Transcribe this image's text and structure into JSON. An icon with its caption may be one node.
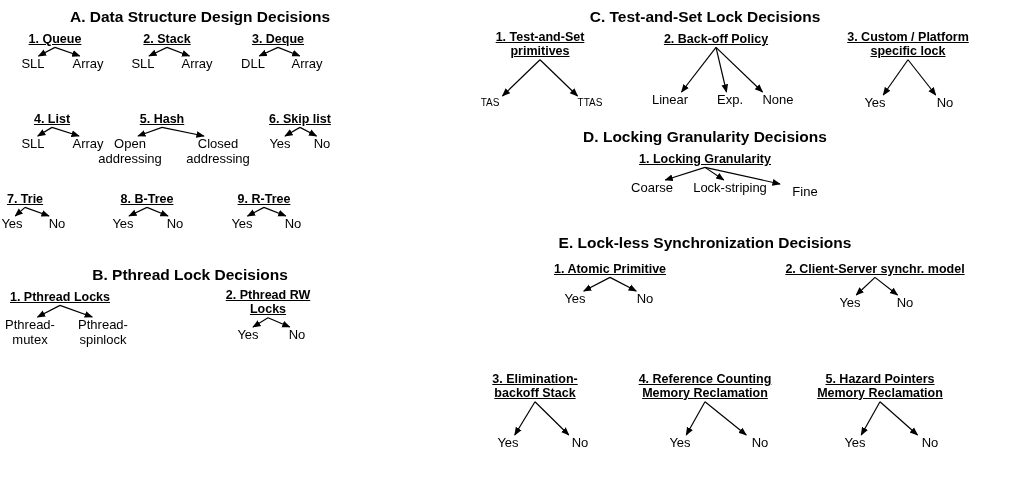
{
  "diagram": {
    "nodes": [
      {
        "text": [
          "A. Data Structure Design Decisions"
        ]
      },
      {
        "text": [
          "1. Queue"
        ],
        "in": 0
      },
      {
        "text": [
          "SLL"
        ],
        "in": 0
      },
      {
        "text": [
          "Array"
        ],
        "in": 0
      },
      {
        "text": [
          "2. Stack"
        ],
        "in": 0
      },
      {
        "text": [
          "SLL"
        ],
        "in": 0
      },
      {
        "text": [
          "Array"
        ],
        "in": 0
      },
      {
        "text": [
          "3. Deque"
        ],
        "in": 0
      },
      {
        "text": [
          "DLL"
        ],
        "in": 0
      },
      {
        "text": [
          "Array"
        ],
        "in": 0
      },
      {
        "text": [
          "4. List"
        ],
        "in": 0
      },
      {
        "text": [
          "SLL"
        ],
        "in": 0
      },
      {
        "text": [
          "Array"
        ],
        "in": 0
      },
      {
        "text": [
          "5. Hash"
        ],
        "in": 0
      },
      {
        "text": [
          "Open addressing"
        ],
        "in": 0
      },
      {
        "text": [
          "Closed addressing"
        ],
        "in": 0
      },
      {
        "text": [
          "6. Skip list"
        ],
        "in": 0
      },
      {
        "text": [
          "Yes"
        ],
        "in": 0
      },
      {
        "text": [
          "No"
        ],
        "in": 0
      },
      {
        "text": [
          "7. Trie"
        ],
        "in": 0
      },
      {
        "text": [
          "Yes"
        ],
        "in": 0
      },
      {
        "text": [
          "No"
        ],
        "in": 0
      },
      {
        "text": [
          "8. B-Tree"
        ],
        "in": 0
      },
      {
        "text": [
          "Yes"
        ],
        "in": 0
      },
      {
        "text": [
          "No"
        ],
        "in": 0
      },
      {
        "text": [
          "9. R-Tree"
        ],
        "in": 0
      },
      {
        "text": [
          "Yes"
        ],
        "in": 0
      },
      {
        "text": [
          "No"
        ],
        "in": 0
      },
      {
        "text": [
          "B. Pthread Lock Decisions"
        ]
      },
      {
        "text": [
          "1. Pthread Locks"
        ],
        "in": 28
      },
      {
        "text": [
          "Pthread-mutex"
        ],
        "in": 28
      },
      {
        "text": [
          "Pthread-spinlock"
        ],
        "in": 28
      },
      {
        "text": [
          "2. Pthread RW Locks"
        ],
        "in": 28
      },
      {
        "text": [
          "Yes"
        ],
        "in": 28
      },
      {
        "text": [
          "No"
        ],
        "in": 28
      },
      {
        "text": [
          "C. Test-and-Set Lock Decisions"
        ]
      },
      {
        "text": [
          "1. Test-and-Set primitives"
        ],
        "in": 35
      },
      {
        "text": [
          "TAS"
        ],
        "in": 35
      },
      {
        "text": [
          "TTAS"
        ],
        "in": 35
      },
      {
        "text": [
          "2. Back-off Policy"
        ],
        "in": 35
      },
      {
        "text": [
          "Linear"
        ],
        "in": 35
      },
      {
        "text": [
          "Exp."
        ],
        "in": 35
      },
      {
        "text": [
          "None"
        ],
        "in": 35
      },
      {
        "text": [
          "3. Custom / Platform specific lock"
        ],
        "in": 35
      },
      {
        "text": [
          "Yes"
        ],
        "in": 35
      },
      {
        "text": [
          "No"
        ],
        "in": 35
      },
      {
        "text": [
          "D. Locking Granularity Decisions"
        ]
      },
      {
        "text": [
          "1. Locking Granularity"
        ],
        "in": 46
      },
      {
        "text": [
          "Coarse"
        ],
        "in": 46
      },
      {
        "text": [
          "Lock-striping"
        ],
        "in": 46
      },
      {
        "text": [
          "Fine"
        ],
        "in": 46
      },
      {
        "text": [
          "E. Lock-less Synchronization Decisions"
        ]
      },
      {
        "text": [
          "1. Atomic Primitive"
        ],
        "in": 51
      },
      {
        "text": [
          "Yes"
        ],
        "in": 51
      },
      {
        "text": [
          "No"
        ],
        "in": 51
      },
      {
        "text": [
          "2. Client-Server synchr. model"
        ],
        "in": 51
      },
      {
        "text": [
          "Yes"
        ],
        "in": 51
      },
      {
        "text": [
          "No"
        ],
        "in": 51
      },
      {
        "text": [
          "3. Elimination-backoff Stack"
        ],
        "in": 51
      },
      {
        "text": [
          "Yes"
        ],
        "in": 51
      },
      {
        "text": [
          "No"
        ],
        "in": 51
      },
      {
        "text": [
          "4. Reference Counting Memory Reclamation"
        ],
        "in": 51
      },
      {
        "text": [
          "Yes"
        ],
        "in": 51
      },
      {
        "text": [
          "No"
        ],
        "in": 51
      },
      {
        "text": [
          "5. Hazard Pointers Memory Reclamation"
        ],
        "in": 51
      },
      {
        "text": [
          "Yes"
        ],
        "in": 51
      },
      {
        "text": [
          "No"
        ],
        "in": 51
      }
    ],
    "edges": [
      {
        "from": 1,
        "to": 2,
        "arrow": "to"
      },
      {
        "from": 1,
        "to": 3,
        "arrow": "to"
      },
      {
        "from": 4,
        "to": 5,
        "arrow": "to"
      },
      {
        "from": 4,
        "to": 6,
        "arrow": "to"
      },
      {
        "from": 7,
        "to": 8,
        "arrow": "to"
      },
      {
        "from": 7,
        "to": 9,
        "arrow": "to"
      },
      {
        "from": 10,
        "to": 11,
        "arrow": "to"
      },
      {
        "from": 10,
        "to": 12,
        "arrow": "to"
      },
      {
        "from": 13,
        "to": 14,
        "arrow": "to"
      },
      {
        "from": 13,
        "to": 15,
        "arrow": "to"
      },
      {
        "from": 16,
        "to": 17,
        "arrow": "to"
      },
      {
        "from": 16,
        "to": 18,
        "arrow": "to"
      },
      {
        "from": 19,
        "to": 20,
        "arrow": "to"
      },
      {
        "from": 19,
        "to": 21,
        "arrow": "to"
      },
      {
        "from": 22,
        "to": 23,
        "arrow": "to"
      },
      {
        "from": 22,
        "to": 24,
        "arrow": "to"
      },
      {
        "from": 25,
        "to": 26,
        "arrow": "to"
      },
      {
        "from": 25,
        "to": 27,
        "arrow": "to"
      },
      {
        "from": 29,
        "to": 30,
        "arrow": "to"
      },
      {
        "from": 29,
        "to": 31,
        "arrow": "to"
      },
      {
        "from": 32,
        "to": 33,
        "arrow": "to"
      },
      {
        "from": 32,
        "to": 34,
        "arrow": "to"
      },
      {
        "from": 36,
        "to": 37,
        "arrow": "to"
      },
      {
        "from": 36,
        "to": 38,
        "arrow": "to"
      },
      {
        "from": 39,
        "to": 40,
        "arrow": "to"
      },
      {
        "from": 39,
        "to": 41,
        "arrow": "to"
      },
      {
        "from": 39,
        "to": 42,
        "arrow": "to"
      },
      {
        "from": 43,
        "to": 44,
        "arrow": "to"
      },
      {
        "from": 43,
        "to": 45,
        "arrow": "to"
      },
      {
        "from": 47,
        "to": 48,
        "arrow": "to"
      },
      {
        "from": 47,
        "to": 49,
        "arrow": "to"
      },
      {
        "from": 47,
        "to": 50,
        "arrow": "to"
      },
      {
        "from": 52,
        "to": 53,
        "arrow": "to"
      },
      {
        "from": 52,
        "to": 54,
        "arrow": "to"
      },
      {
        "from": 55,
        "to": 56,
        "arrow": "to"
      },
      {
        "from": 55,
        "to": 57,
        "arrow": "to"
      },
      {
        "from": 58,
        "to": 59,
        "arrow": "to"
      },
      {
        "from": 58,
        "to": 60,
        "arrow": "to"
      },
      {
        "from": 61,
        "to": 62,
        "arrow": "to"
      },
      {
        "from": 61,
        "to": 63,
        "arrow": "to"
      },
      {
        "from": 64,
        "to": 65,
        "arrow": "to"
      },
      {
        "from": 64,
        "to": 66,
        "arrow": "to"
      }
    ]
  }
}
